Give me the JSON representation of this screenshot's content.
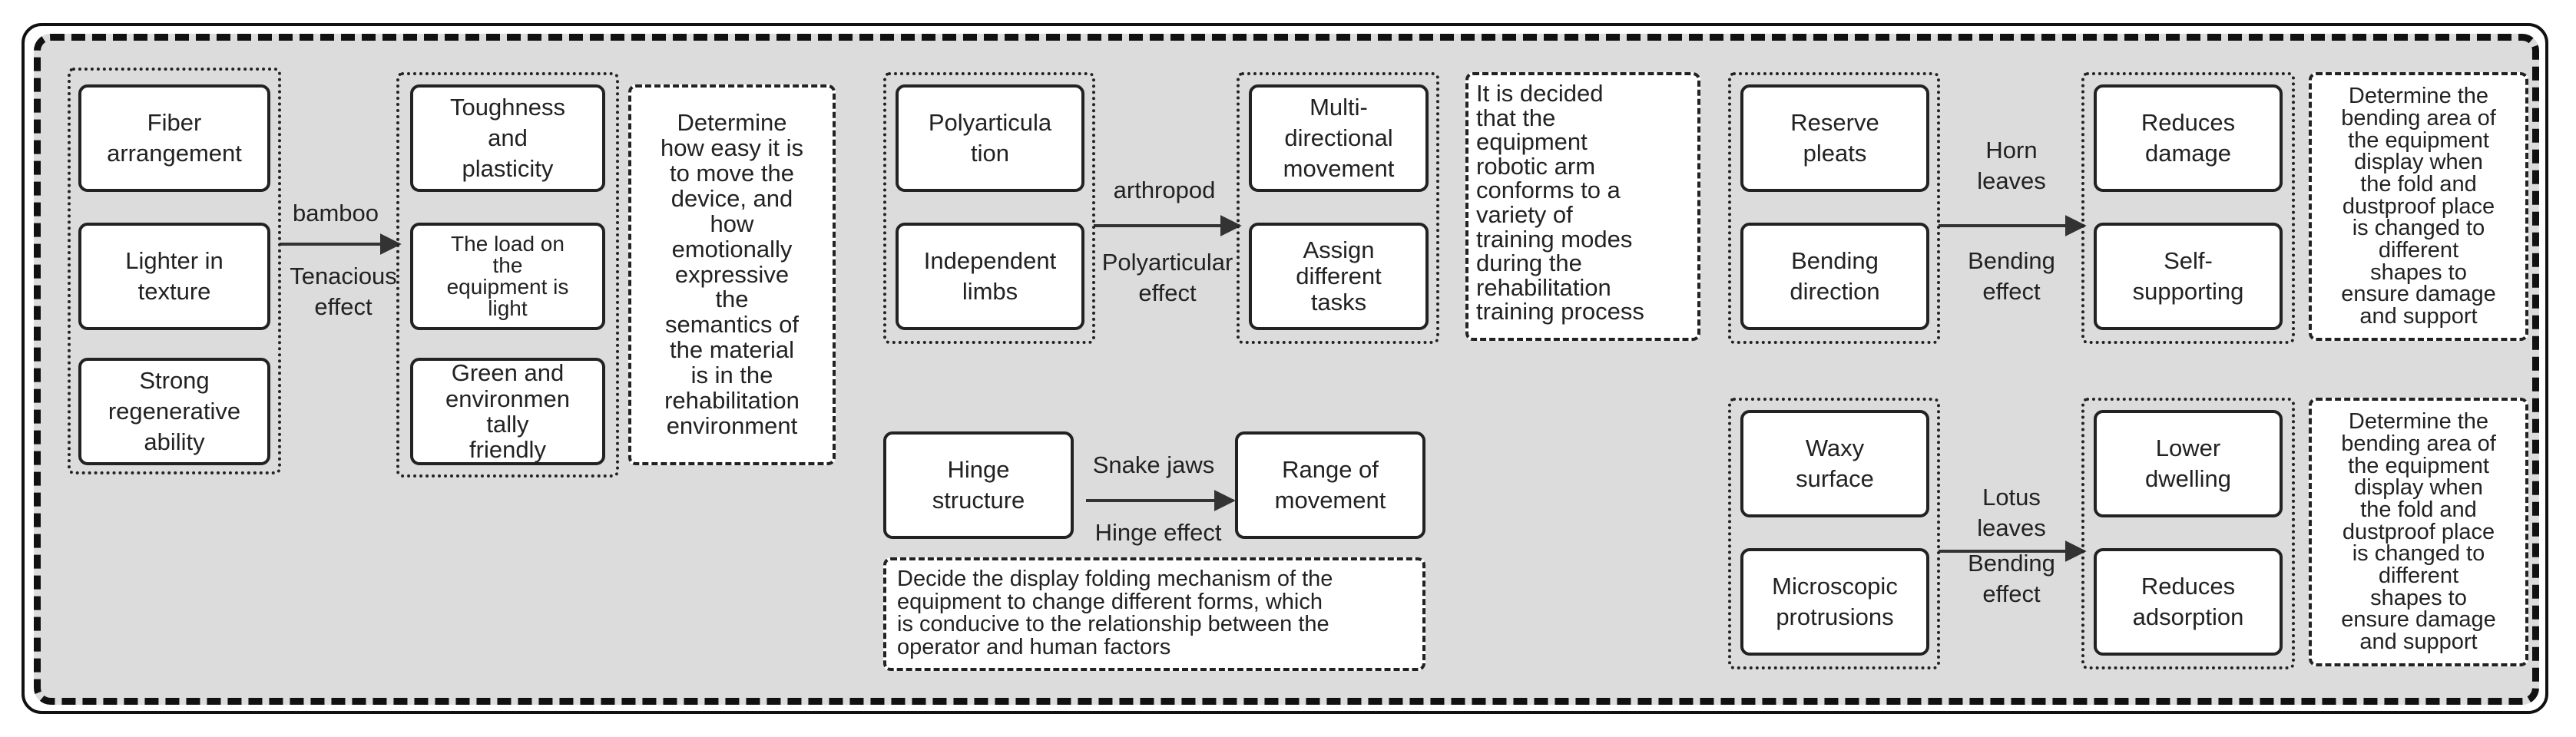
{
  "bamboo": {
    "inputs": [
      "Fiber\narrangement",
      "Lighter in\ntexture",
      "Strong\nregenerative\nability"
    ],
    "arrow_top": "bamboo",
    "arrow_bottom": "Tenacious\neffect",
    "outputs": [
      "Toughness\nand\nplasticity",
      "The load on\nthe\nequipment is\nlight",
      "Green and\nenvironmen\ntally\nfriendly"
    ],
    "note": "Determine\nhow easy it is\nto move the\ndevice, and\nhow\nemotionally\nexpressive\nthe\nsemantics of\nthe material\nis in the\nrehabilitation\nenvironment"
  },
  "arthropod": {
    "inputs": [
      "Polyarticula\ntion",
      "Independent\nlimbs"
    ],
    "arrow_top": "arthropod",
    "arrow_bottom": "Polyarticular\neffect",
    "outputs": [
      "Multi-\ndirectional\nmovement",
      "Assign\ndifferent\ntasks"
    ],
    "note": "It is decided\nthat the\nequipment\nrobotic arm\nconforms to a\nvariety of\ntraining modes\nduring the\nrehabilitation\ntraining process"
  },
  "snake": {
    "input": "Hinge\nstructure",
    "arrow_top": "Snake jaws",
    "arrow_bottom": "Hinge effect",
    "output": "Range of\nmovement",
    "note": "Decide the display folding mechanism of the\nequipment to change different forms, which\nis conducive to the relationship between the\noperator and human factors"
  },
  "horn": {
    "inputs": [
      "Reserve\npleats",
      "Bending\ndirection"
    ],
    "arrow_top": "Horn\nleaves",
    "arrow_bottom": "Bending\neffect",
    "outputs": [
      "Reduces\ndamage",
      "Self-\nsupporting"
    ],
    "note": "Determine the\nbending area of\nthe equipment\ndisplay when\nthe fold and\ndustproof place\nis changed to\ndifferent\nshapes to\nensure damage\nand support"
  },
  "lotus": {
    "inputs": [
      "Waxy\nsurface",
      "Microscopic\nprotrusions"
    ],
    "arrow_top": "Lotus\nleaves",
    "arrow_bottom": "Bending\neffect",
    "outputs": [
      "Lower\ndwelling",
      "Reduces\nadsorption"
    ],
    "note": "Determine the\nbending area of\nthe equipment\ndisplay when\nthe fold and\ndustproof place\nis changed to\ndifferent\nshapes to\nensure damage\nand support"
  }
}
